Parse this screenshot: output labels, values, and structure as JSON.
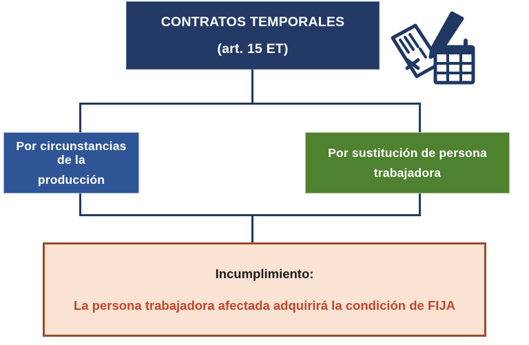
{
  "diagram": {
    "type": "flowchart",
    "root": {
      "name": "contratos-temporales",
      "line1": "CONTRATOS TEMPORALES",
      "line2": "(art. 15 ET)",
      "color": "#233A66",
      "text_color": "#FFFFFF"
    },
    "branches": [
      {
        "name": "por-circunstancias-produccion",
        "line1": "Por circunstancias de la",
        "line2": "producción",
        "color": "#2F5597",
        "text_color": "#FFFFFF"
      },
      {
        "name": "por-sustitucion-persona-trabajadora",
        "line1": "Por sustitución de persona",
        "line2": "trabajadora",
        "color": "#4E8230",
        "text_color": "#FFFFFF"
      }
    ],
    "consequence": {
      "name": "incumplimiento",
      "heading": "Incumplimiento:",
      "detail": "La persona trabajadora afectada adquirirá la condición de FIJA",
      "background": "#FBE3D4",
      "border_color": "#9C4A2A",
      "heading_color": "#1A1A1A",
      "detail_color": "#C0462A"
    },
    "connector_color": "#1F3864",
    "icon": {
      "name": "document-pen-calendar-icon",
      "color": "#1F3864"
    }
  }
}
